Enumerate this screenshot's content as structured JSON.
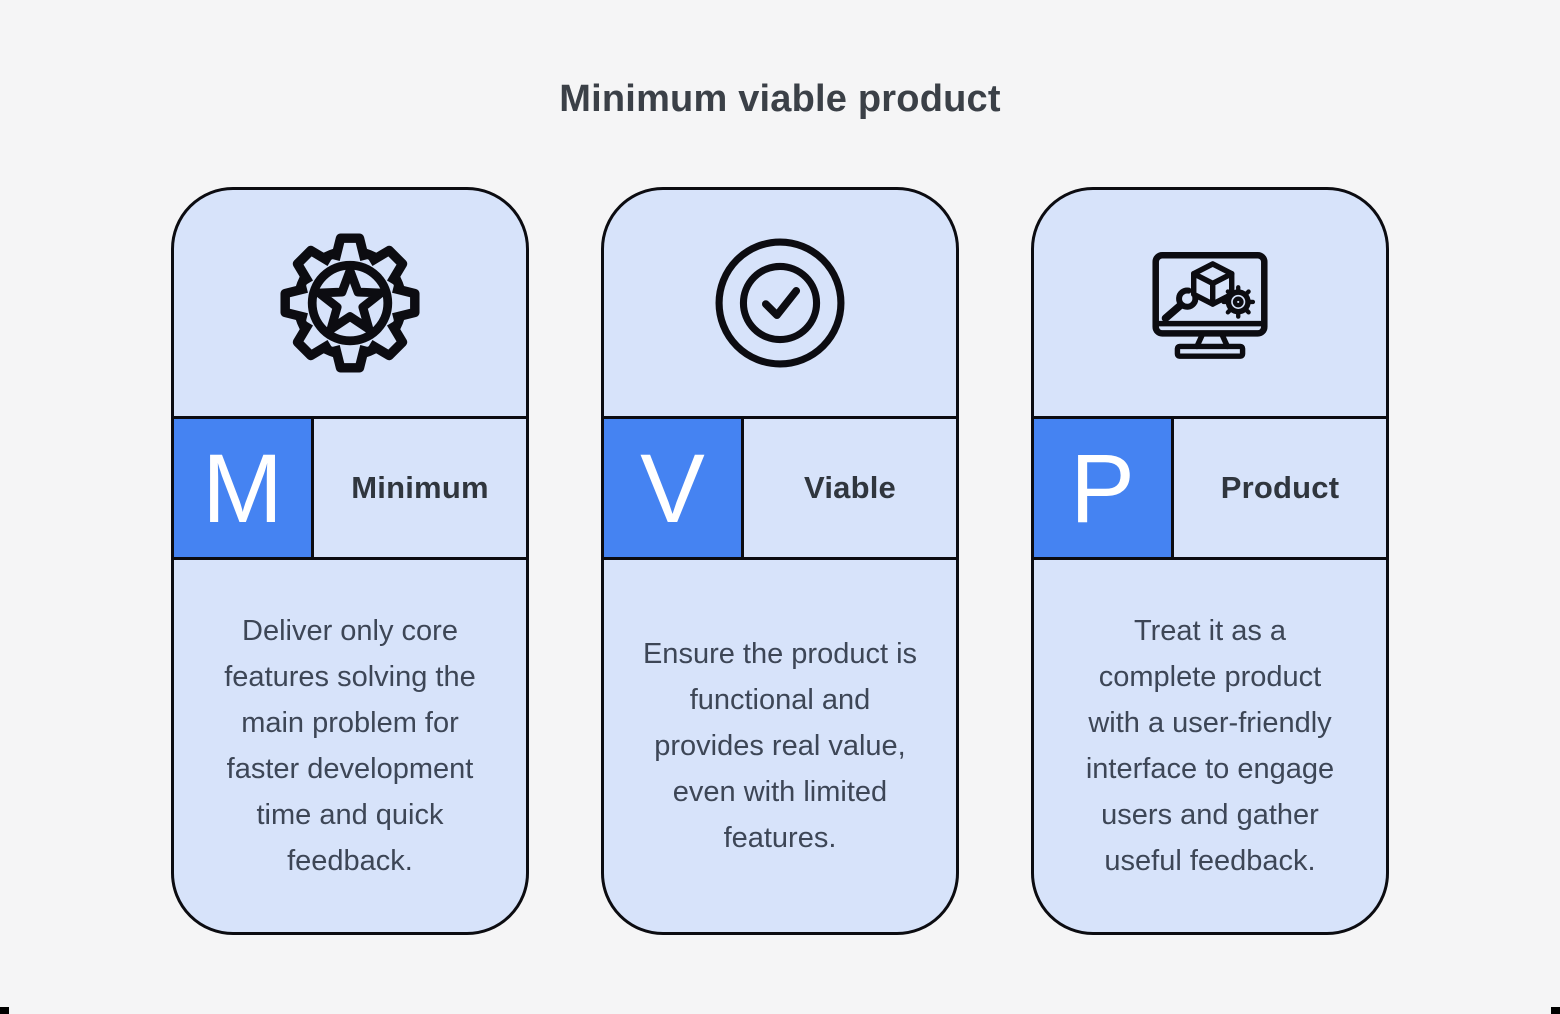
{
  "title": "Minimum viable product",
  "cards": [
    {
      "letter": "M",
      "label": "Minimum",
      "icon": "gear-star-icon",
      "body": "Deliver only core\nfeatures solving the\nmain problem for\nfaster development\ntime and quick\nfeedback."
    },
    {
      "letter": "V",
      "label": "Viable",
      "icon": "check-circle-icon",
      "body": "Ensure the product is\nfunctional and\nprovides real value,\neven with limited\nfeatures."
    },
    {
      "letter": "P",
      "label": "Product",
      "icon": "monitor-build-icon",
      "body": "Treat it as a\ncomplete product\nwith a user-friendly\ninterface to engage\nusers and gather\nuseful feedback."
    }
  ],
  "colors": {
    "accent_blue": "#4583f2",
    "card_bg": "#d7e3fa",
    "outline_ink": "#0c0c11",
    "title_text": "#3b4047",
    "label_text": "#30363e",
    "body_text": "#3d4656",
    "page_bg": "#f5f5f6"
  }
}
